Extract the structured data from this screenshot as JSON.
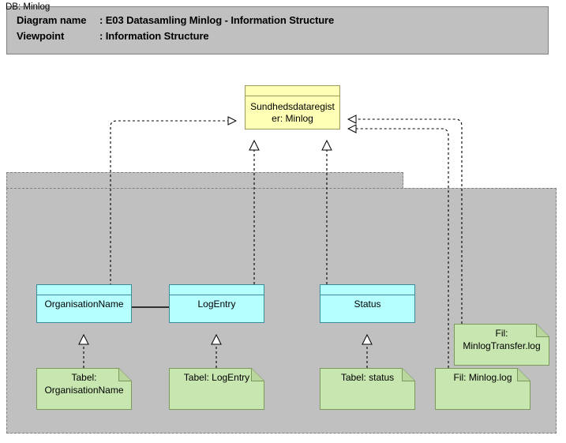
{
  "header": {
    "rows": [
      {
        "label": "Diagram name",
        "sep": ": ",
        "value": "E03 Datasamling Minlog - Information Structure"
      },
      {
        "label": "Viewpoint",
        "sep": ": ",
        "value": "Information Structure"
      }
    ],
    "line1_label": "Diagram name",
    "line1_value": ": E03 Datasamling Minlog - Information Structure",
    "line2_label": "Viewpoint",
    "line2_value": ": Information Structure"
  },
  "container": {
    "label": "DB: Minlog",
    "fill": "#c0c0c0",
    "border": "#808080"
  },
  "nodes": {
    "register": {
      "label": "Sundhedsdataregister: Minlog",
      "fill": "#ffffb5",
      "border": "#9a9a5a"
    },
    "organisation_name": {
      "label": "OrganisationName",
      "fill": "#b5ffff",
      "border": "#3a8c9c"
    },
    "log_entry": {
      "label": "LogEntry",
      "fill": "#b5ffff",
      "border": "#3a8c9c"
    },
    "status": {
      "label": "Status",
      "fill": "#b5ffff",
      "border": "#3a8c9c"
    },
    "tabel_organisation_name": {
      "label": "Tabel: OrganisationName",
      "fill": "#c8e6b0",
      "border": "#7a9a5a"
    },
    "tabel_log_entry": {
      "label": "Tabel: LogEntry",
      "fill": "#c8e6b0",
      "border": "#7a9a5a"
    },
    "tabel_status": {
      "label": "Tabel: status",
      "fill": "#c8e6b0",
      "border": "#7a9a5a"
    },
    "fil_minlog_transfer": {
      "label": "Fil: MinlogTransfer.log",
      "fill": "#c8e6b0",
      "border": "#7a9a5a"
    },
    "fil_minlog": {
      "label": "Fil: Minlog.log",
      "fill": "#c8e6b0",
      "border": "#7a9a5a"
    }
  },
  "connectors": {
    "style": "dashed",
    "arrowhead": "hollow-triangle",
    "color": "#000000"
  },
  "colors": {
    "page_background": "#ffffff",
    "container_fill": "#c0c0c0",
    "node_yellow": "#ffffb5",
    "node_cyan": "#b5ffff",
    "node_green": "#c8e6b0",
    "line": "#000000"
  }
}
